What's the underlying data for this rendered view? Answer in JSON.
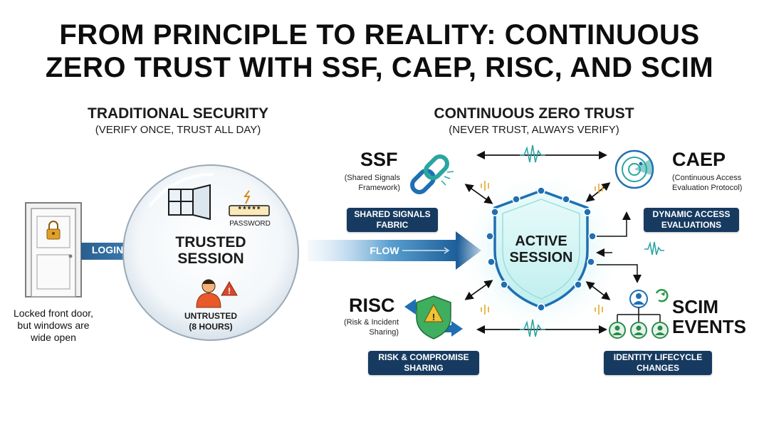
{
  "title": {
    "line1": "FROM PRINCIPLE TO REALITY: CONTINUOUS",
    "line2": "ZERO TRUST WITH SSF, CAEP, RISC, AND SCIM"
  },
  "traditional": {
    "heading": "TRADITIONAL SECURITY",
    "subheading": "(VERIFY ONCE, TRUST ALL DAY)",
    "login_label": "LOGIN",
    "door_note": [
      "Locked front door,",
      "but windows are",
      "wide open"
    ],
    "password_label": "PASSWORD",
    "password_mask": "*****",
    "session_label": [
      "TRUSTED",
      "SESSION"
    ],
    "untrusted_label": [
      "UNTRUSTED",
      "(8 HOURS)"
    ]
  },
  "flow_label": "FLOW",
  "continuous": {
    "heading": "CONTINUOUS ZERO TRUST",
    "subheading": "(NEVER TRUST, ALWAYS VERIFY)",
    "center_label": [
      "ACTIVE",
      "SESSION"
    ]
  },
  "protocols": {
    "ssf": {
      "name": "SSF",
      "full": [
        "(Shared Signals",
        "Framework)"
      ],
      "pill": [
        "SHARED SIGNALS",
        "FABRIC"
      ]
    },
    "caep": {
      "name": "CAEP",
      "full": [
        "(Continuous Access",
        "Evaluation Protocol)"
      ],
      "pill": [
        "DYNAMIC ACCESS",
        "EVALUATIONS"
      ]
    },
    "risc": {
      "name": "RISC",
      "full": [
        "(Risk & Incident",
        "Sharing)"
      ],
      "pill": [
        "RISK & COMPROMISE",
        "SHARING"
      ]
    },
    "scim": {
      "name": [
        "SCIM",
        "EVENTS"
      ],
      "pill": [
        "IDENTITY LIFECYCLE",
        "CHANGES"
      ]
    }
  },
  "colors": {
    "navy": "#173a60",
    "accent_blue": "#1f6fb2",
    "teal": "#2aa6a0",
    "gold": "#e3a82b",
    "alert_red": "#d9472b"
  }
}
